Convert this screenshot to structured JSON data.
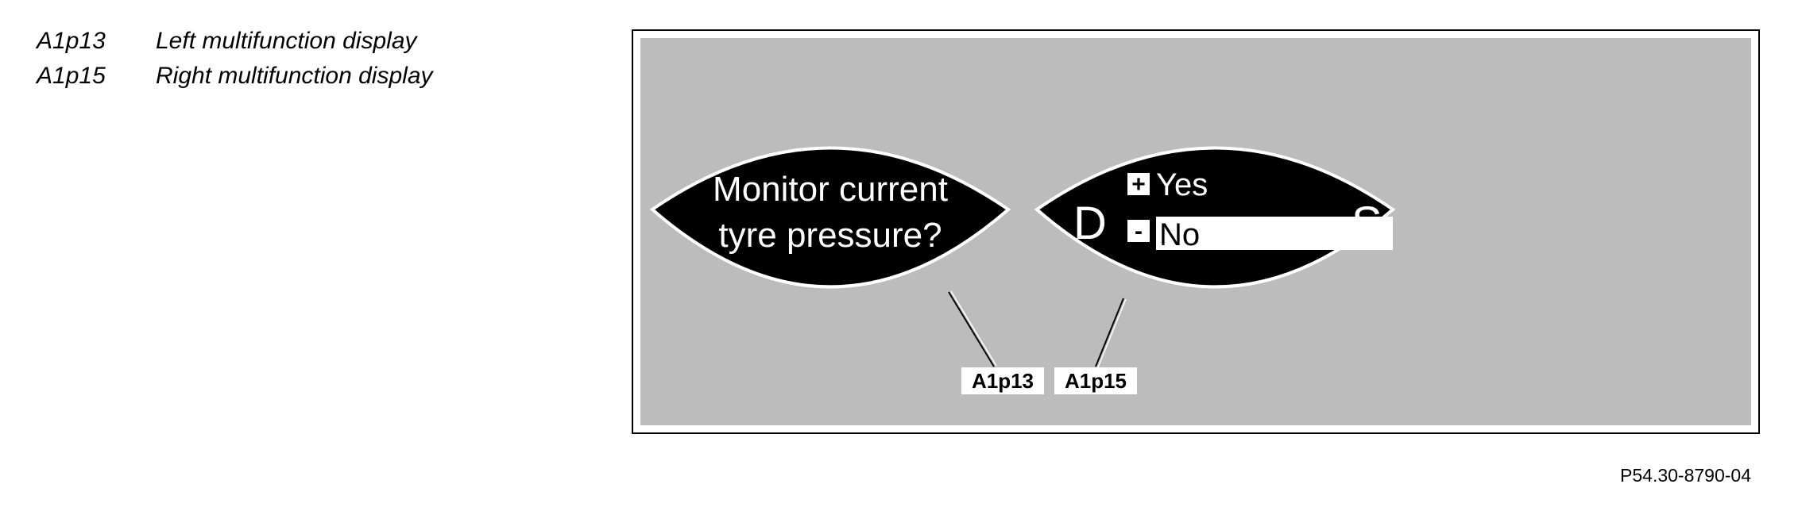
{
  "legend": [
    {
      "code": "A1p13",
      "description": "Left multifunction display"
    },
    {
      "code": "A1p15",
      "description": "Right multifunction display"
    }
  ],
  "left_display": {
    "line1": "Monitor current",
    "line2": "tyre pressure?"
  },
  "right_display": {
    "left_letter": "D",
    "right_letter": "S",
    "plus_symbol": "+",
    "minus_symbol": "-",
    "option_yes": "Yes",
    "option_no": "No",
    "selected_option": "No"
  },
  "callouts": {
    "left": "A1p13",
    "right": "A1p15"
  },
  "colors": {
    "panel_background": "#bcbcbc",
    "display_background": "#000000",
    "display_text": "#ffffff"
  },
  "reference_code": "P54.30-8790-04"
}
